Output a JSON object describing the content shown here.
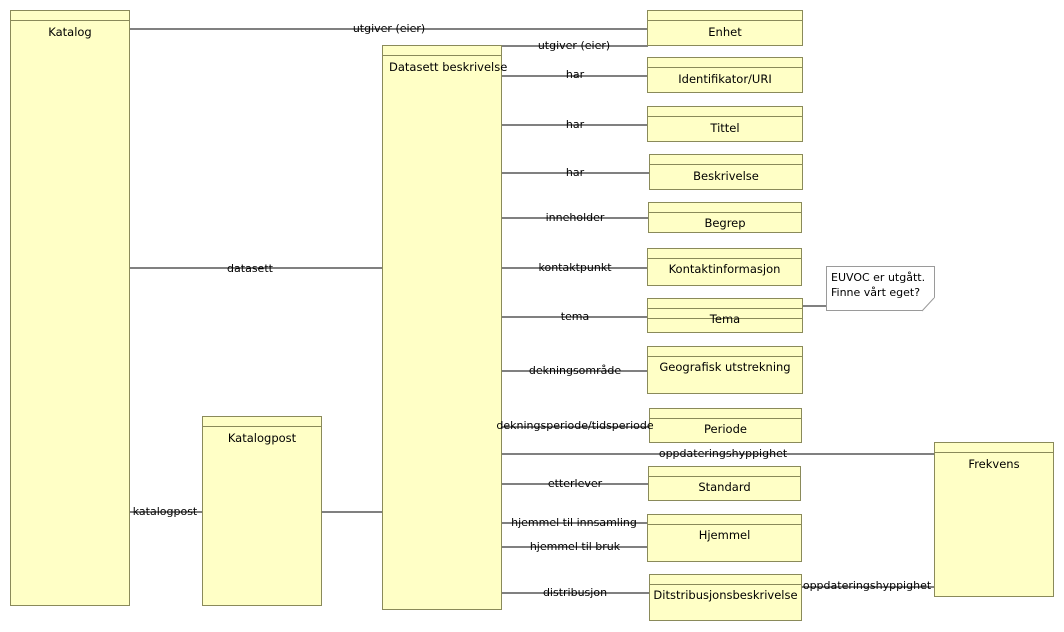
{
  "entities": {
    "katalog": "Katalog",
    "datasett_beskrivelse": "Datasett beskrivelse",
    "katalogpost": "Katalogpost",
    "enhet": "Enhet",
    "identifikator": "Identifikator/URI",
    "tittel": "Tittel",
    "beskrivelse": "Beskrivelse",
    "begrep": "Begrep",
    "kontaktinformasjon": "Kontaktinformasjon",
    "tema": "Tema",
    "geografisk": "Geografisk utstrekning",
    "periode": "Periode",
    "frekvens": "Frekvens",
    "standard": "Standard",
    "hjemmel": "Hjemmel",
    "distribusjonsbeskrivelse": "Ditstribusjonsbeskrivelse"
  },
  "relations": {
    "katalog_utgiver": "utgiver (eier)",
    "datasett_utgiver": "utgiver (eier)",
    "har_identifikator": "har",
    "har_tittel": "har",
    "har_beskrivelse": "har",
    "inneholder": "inneholder",
    "kontaktpunkt": "kontaktpunkt",
    "tema": "tema",
    "dekningsomrade": "dekningsområde",
    "dekningsperiode": "dekningsperiode/tidsperiode",
    "oppdatering_datasett": "oppdateringshyppighet",
    "etterlever": "etterlever",
    "hjemmel_innsamling": "hjemmel til innsamling",
    "hjemmel_bruk": "hjemmel til bruk",
    "distribusjon": "distribusjon",
    "oppdatering_distribusjon": "oppdateringshyppighet",
    "datasett": "datasett",
    "katalogpost": "katalogpost"
  },
  "note": {
    "line1": "EUVOC er utgått.",
    "line2": "Finne vårt eget?"
  }
}
